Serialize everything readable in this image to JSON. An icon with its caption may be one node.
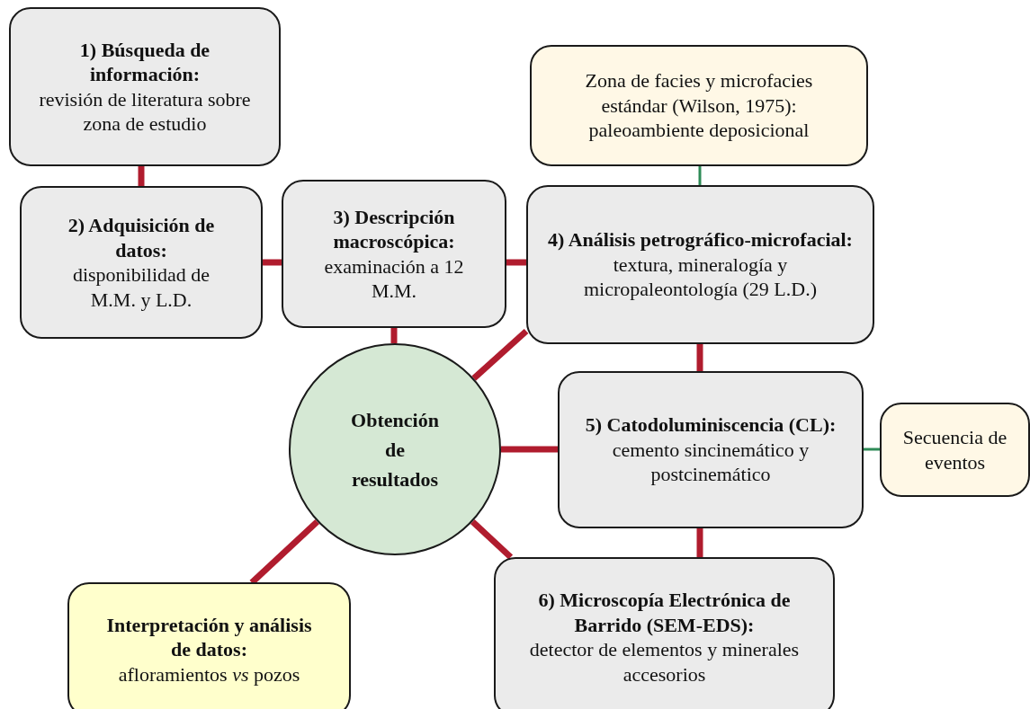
{
  "diagram": {
    "nodes": [
      {
        "text": [
          "1) Búsqueda de información:",
          "revisión de literatura sobre zona de estudio"
        ]
      },
      {
        "text": [
          "2) Adquisición de datos:",
          "disponibilidad de M.M. y L.D."
        ]
      },
      {
        "text": [
          "3) Descripción macroscópica:",
          "examinación a 12 M.M."
        ]
      },
      {
        "text": [
          "Zona de facies y microfacies estándar (Wilson, 1975): paleoambiente deposicional"
        ]
      },
      {
        "text": [
          "4) Análisis petrográfico-microfacial:",
          "textura, mineralogía y micropaleontología (29 L.D.)"
        ]
      },
      {
        "text": [
          "Obtención de resultados"
        ]
      },
      {
        "text": [
          "5) Catodoluminiscencia (CL):",
          "cemento sincinemático y postcinemático"
        ]
      },
      {
        "text": [
          "Secuencia de eventos"
        ]
      },
      {
        "text": [
          "Interpretación y análisis de datos:",
          "afloramientos *vs* pozos"
        ]
      },
      {
        "text": [
          "6) Microscopía Electrónica de Barrido (SEM-EDS):",
          "detector de elementos y minerales accesorios"
        ]
      }
    ],
    "edges": [
      {
        "from": 0,
        "to": 1,
        "arrow": "none"
      },
      {
        "from": 1,
        "to": 2,
        "arrow": "none"
      },
      {
        "from": 2,
        "to": 4,
        "arrow": "none"
      },
      {
        "from": 2,
        "to": 5,
        "arrow": "none"
      },
      {
        "from": 4,
        "to": 5,
        "arrow": "none"
      },
      {
        "from": 3,
        "to": 4,
        "arrow": "none",
        "color": "#2e8b57"
      },
      {
        "from": 4,
        "to": 6,
        "arrow": "none"
      },
      {
        "from": 5,
        "to": 6,
        "arrow": "none"
      },
      {
        "from": 6,
        "to": 7,
        "arrow": "none",
        "color": "#2e8b57"
      },
      {
        "from": 6,
        "to": 9,
        "arrow": "none"
      },
      {
        "from": 5,
        "to": 9,
        "arrow": "none"
      },
      {
        "from": 5,
        "to": 8,
        "arrow": "none"
      }
    ]
  }
}
